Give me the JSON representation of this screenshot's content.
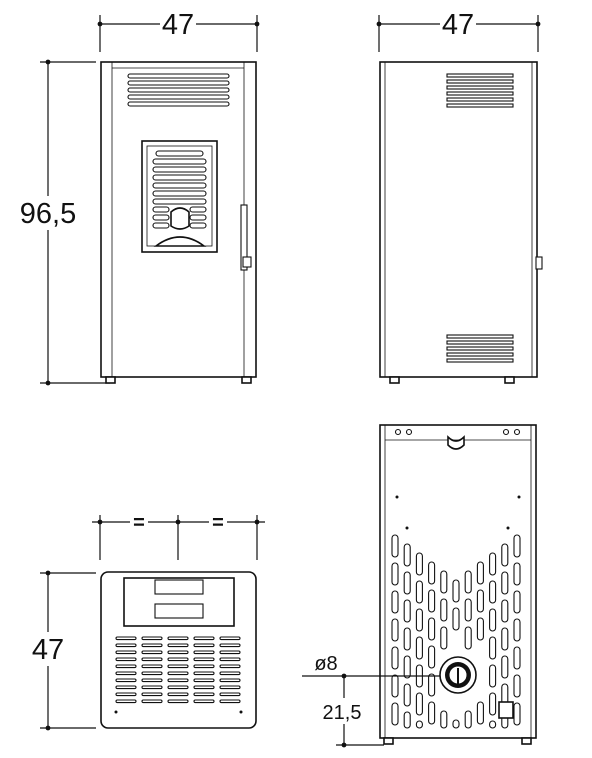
{
  "dimensions": {
    "front_width": "47",
    "front_height": "96,5",
    "side_width": "47",
    "top_depth": "47",
    "equal_left": "=",
    "equal_right": "=",
    "flue_diameter": "ø8",
    "flue_height": "21,5"
  }
}
